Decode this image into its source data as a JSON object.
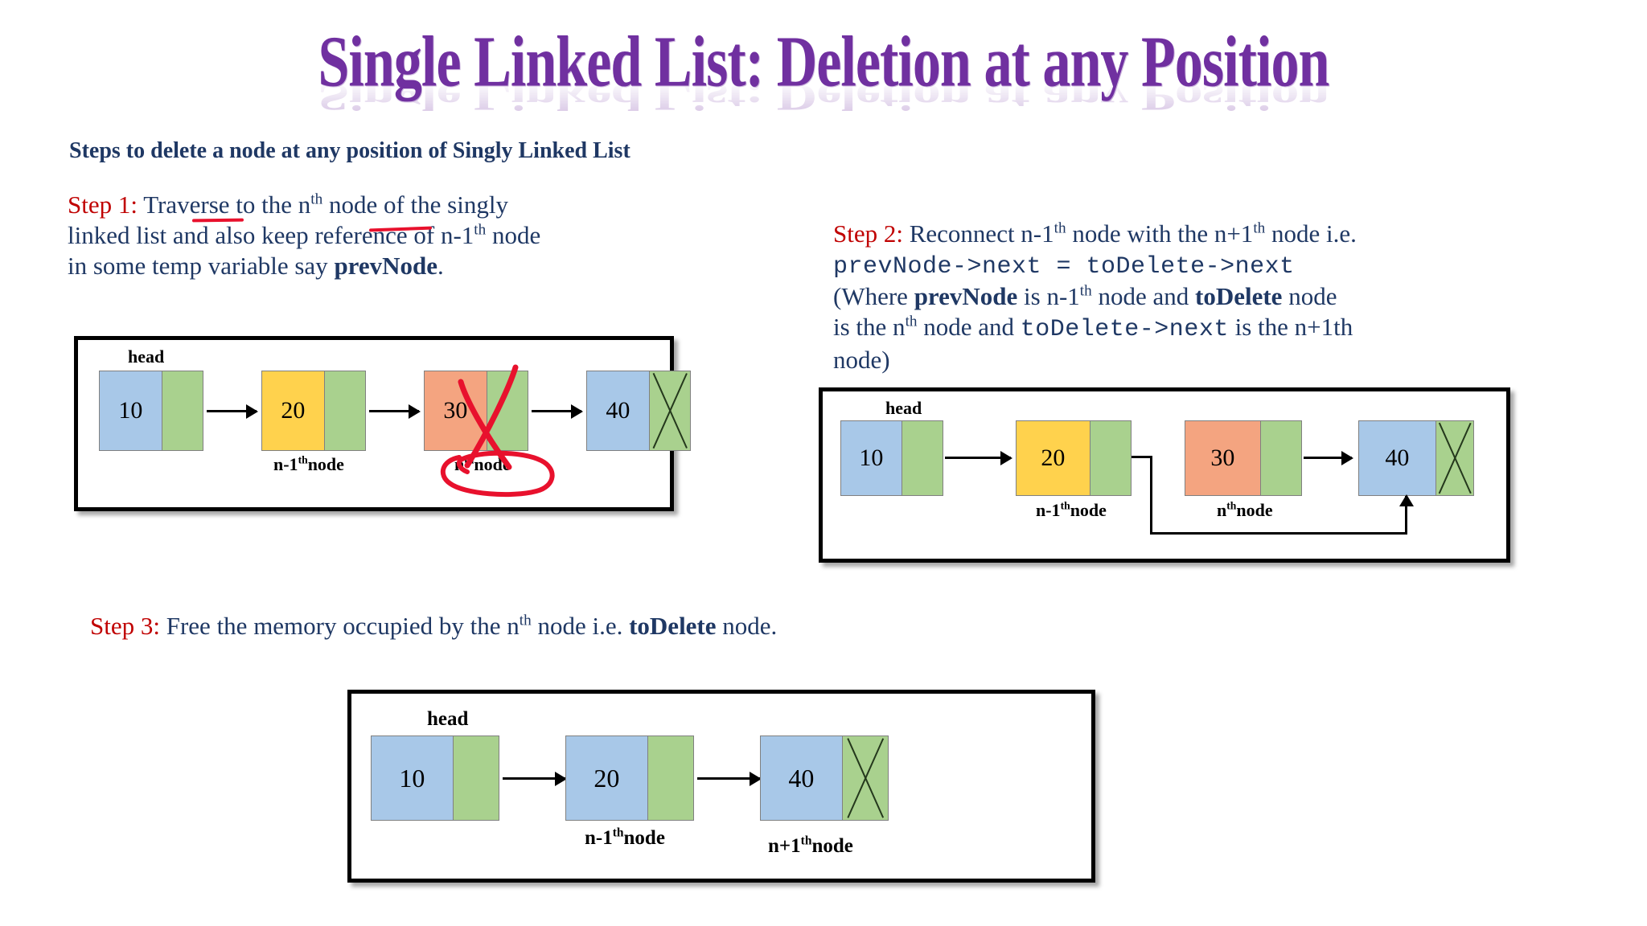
{
  "title": "Single Linked List: Deletion at any Position",
  "subtitle": "Steps to delete a node at any position of Singly Linked List",
  "colors": {
    "title": "#7030A0",
    "body_text": "#1F3864",
    "step_label": "#C00000",
    "annotation_red": "#E8112D",
    "node_blue": "#A8C8E8",
    "node_yellow": "#FFD24D",
    "node_orange": "#F4A480",
    "node_pointer_green": "#A9D18E",
    "panel_border": "#000000"
  },
  "steps": [
    {
      "label": "Step 1:",
      "lines": [
        {
          "parts": [
            {
              "t": "Traverse to the n",
              "style": "normal"
            },
            {
              "t": "th",
              "style": "sup"
            },
            {
              "t": " node of the singly",
              "style": "normal"
            }
          ]
        },
        {
          "parts": [
            {
              "t": "linked list and also keep reference of n-1",
              "style": "normal"
            },
            {
              "t": "th",
              "style": "sup"
            },
            {
              "t": " node",
              "style": "normal"
            }
          ]
        },
        {
          "parts": [
            {
              "t": " in some temp variable say ",
              "style": "normal"
            },
            {
              "t": "prevNode",
              "style": "bold"
            },
            {
              "t": ".",
              "style": "normal"
            }
          ]
        }
      ],
      "annotations": [
        "underline-ave",
        "underline-nth"
      ]
    },
    {
      "label": "Step 2:",
      "lines": [
        {
          "parts": [
            {
              "t": "Reconnect n-1",
              "style": "normal"
            },
            {
              "t": "th",
              "style": "sup"
            },
            {
              "t": " node with the n+1",
              "style": "normal"
            },
            {
              "t": "th",
              "style": "sup"
            },
            {
              "t": " node i.e.",
              "style": "normal"
            }
          ]
        },
        {
          "parts": [
            {
              "t": " prevNode->next = toDelete->next",
              "style": "code"
            }
          ]
        },
        {
          "parts": [
            {
              "t": " (Where ",
              "style": "normal"
            },
            {
              "t": "prevNode",
              "style": "bold"
            },
            {
              "t": " is n-1",
              "style": "normal"
            },
            {
              "t": "th",
              "style": "sup"
            },
            {
              "t": " node and ",
              "style": "normal"
            },
            {
              "t": "toDelete",
              "style": "bold"
            },
            {
              "t": " node",
              "style": "normal"
            }
          ]
        },
        {
          "parts": [
            {
              "t": "is the n",
              "style": "normal"
            },
            {
              "t": "th",
              "style": "sup"
            },
            {
              "t": " node and ",
              "style": "normal"
            },
            {
              "t": "toDelete->next",
              "style": "code"
            },
            {
              "t": "  is the n+1th",
              "style": "normal"
            }
          ]
        },
        {
          "parts": [
            {
              "t": "node)",
              "style": "normal"
            }
          ]
        }
      ]
    },
    {
      "label": "Step 3:",
      "lines": [
        {
          "parts": [
            {
              "t": "Free the memory occupied by the n",
              "style": "normal"
            },
            {
              "t": "th",
              "style": "sup"
            },
            {
              "t": " node i.e. ",
              "style": "normal"
            },
            {
              "t": "toDelete",
              "style": "bold"
            },
            {
              "t": " node.",
              "style": "normal"
            }
          ]
        }
      ]
    }
  ],
  "diagrams": [
    {
      "id": "diagram-1",
      "head_label": "head",
      "nodes": [
        {
          "value": "10",
          "color": "c-blue",
          "null_pointer": false,
          "label": ""
        },
        {
          "value": "20",
          "color": "c-yellow",
          "null_pointer": false,
          "label": "n-1th node",
          "label_base": "n-1",
          "label_sup": "th",
          "label_tail": "node"
        },
        {
          "value": "30",
          "color": "c-orange",
          "null_pointer": false,
          "label": "nth node",
          "label_base": "n",
          "label_sup": "th",
          "label_tail": "node"
        },
        {
          "value": "40",
          "color": "c-blue",
          "null_pointer": true,
          "label": ""
        }
      ],
      "annotations": [
        "red-x-over-node3-pointer",
        "red-ellipse-around-nth-node-label"
      ]
    },
    {
      "id": "diagram-2",
      "head_label": "head",
      "nodes": [
        {
          "value": "10",
          "color": "c-blue",
          "null_pointer": false,
          "label": ""
        },
        {
          "value": "20",
          "color": "c-yellow",
          "null_pointer": false,
          "label_base": "n-1",
          "label_sup": "th",
          "label_tail": "node"
        },
        {
          "value": "30",
          "color": "c-orange",
          "null_pointer": false,
          "label_base": "n",
          "label_sup": "th",
          "label_tail": "node"
        },
        {
          "value": "40",
          "color": "c-blue",
          "null_pointer": true,
          "label": ""
        }
      ],
      "annotations": [
        "bypass-route-from-node20-to-node40"
      ]
    },
    {
      "id": "diagram-3",
      "head_label": "head",
      "nodes": [
        {
          "value": "10",
          "color": "c-blue",
          "null_pointer": false,
          "label": ""
        },
        {
          "value": "20",
          "color": "c-blue",
          "null_pointer": false,
          "label_base": "n-1",
          "label_sup": "th",
          "label_tail": "node"
        },
        {
          "value": "40",
          "color": "c-blue",
          "null_pointer": true,
          "label_base": "n+1",
          "label_sup": "th",
          "label_tail": "node"
        }
      ],
      "annotations": []
    }
  ]
}
